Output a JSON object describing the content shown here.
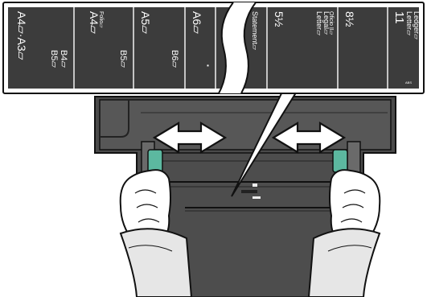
{
  "colors": {
    "strip_dark": "#3c3c3c",
    "frame": "#111111",
    "tray_body": "#4a4a4a",
    "tray_inner": "#585858",
    "guide_accent": "#5cb8a0",
    "hand_fill": "#ffffff",
    "sleeve_fill": "#e6e6e6"
  },
  "labels": {
    "a4_a3": "A4▱·A3▱",
    "b5": "B5▱",
    "b4": "B4▱",
    "a4": "A4▱",
    "folio": "Folio▱",
    "b5_2": "B5▱",
    "a5": "A5▱",
    "b6": "B6▱",
    "a6": "A6▱",
    "a6_dot": "▪",
    "statement": "Statement▱",
    "five_half": "5½",
    "eight_half": "8½",
    "letter_1": "Letter▱",
    "legal": "Legal▱",
    "oficio": "Oficio II▱",
    "eleven": "11",
    "letter_2": "Letter▱",
    "ledger": "Ledger▱",
    "abs": "ABS"
  },
  "icons": [
    "double-arrow-left-icon",
    "double-arrow-right-icon"
  ]
}
